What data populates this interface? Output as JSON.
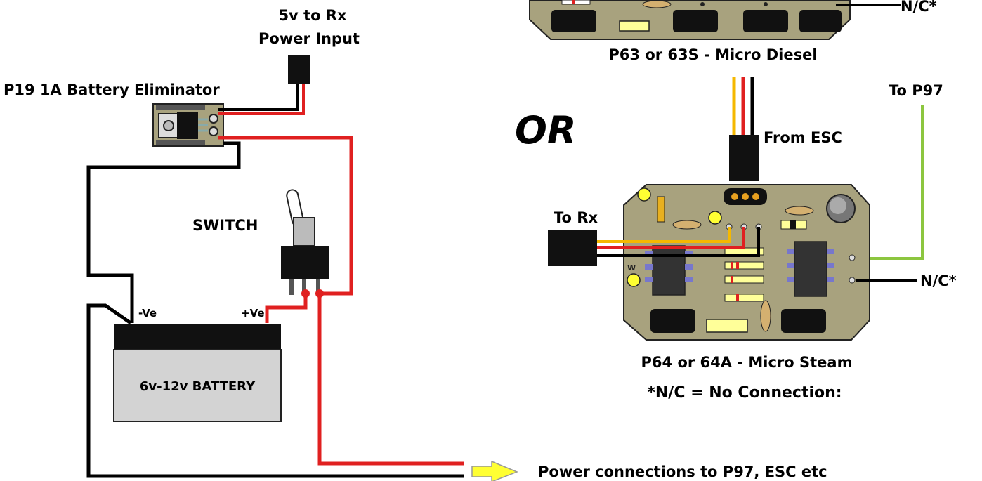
{
  "labels": {
    "rx_power_line1": "5v to Rx",
    "rx_power_line2": "Power Input",
    "eliminator": "P19 1A Battery Eliminator",
    "switch": "SWITCH",
    "neg": "-Ve",
    "pos": "+Ve",
    "battery": "6v-12v BATTERY",
    "power_out": "Power connections to P97, ESC etc",
    "diesel": "P63 or 63S - Micro Diesel",
    "nc_top": "N/C*",
    "or": "OR",
    "from_esc": "From ESC",
    "to_p97": "To P97",
    "to_rx": "To Rx",
    "nc_right": "N/C*",
    "steam": "P64 or 64A - Micro Steam",
    "nc_note": "*N/C = No Connection:",
    "board_mark": "W"
  },
  "colors": {
    "wire_red": "#e02020",
    "wire_black": "#000000",
    "wire_yellow": "#f5b800",
    "wire_green": "#8cc63f",
    "pcb": "#a8a27e",
    "battery_body": "#d3d3d3",
    "arrow": "#ffff33"
  }
}
